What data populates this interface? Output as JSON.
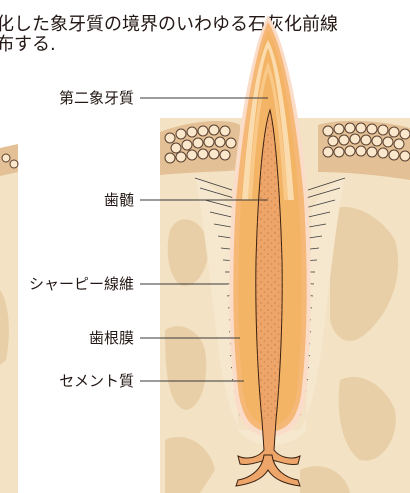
{
  "header_text": {
    "line1": "化した象牙質の境界のいわゆる石灰化前線",
    "line2": "布する."
  },
  "labels": {
    "secondary_dentin": "第二象牙質",
    "pulp": "歯髄",
    "sharpey_fibers": "シャーピー線維",
    "periodontal_ligament": "歯根膜",
    "cementum": "セメント質"
  },
  "colors": {
    "bone": "#f3e2c4",
    "bone_patch": "#e8cfa8",
    "socket_fill": "#f6e8cf",
    "dentin": "#f4b466",
    "dentin_light": "#fadcae",
    "pulp": "#eda56a",
    "pulp_dots": "#c97a3a",
    "gum": "#e3c095",
    "cell": "#fbe8cc",
    "cell_border": "#5a4030",
    "text": "#231815",
    "leader": "#3a3a3a"
  }
}
